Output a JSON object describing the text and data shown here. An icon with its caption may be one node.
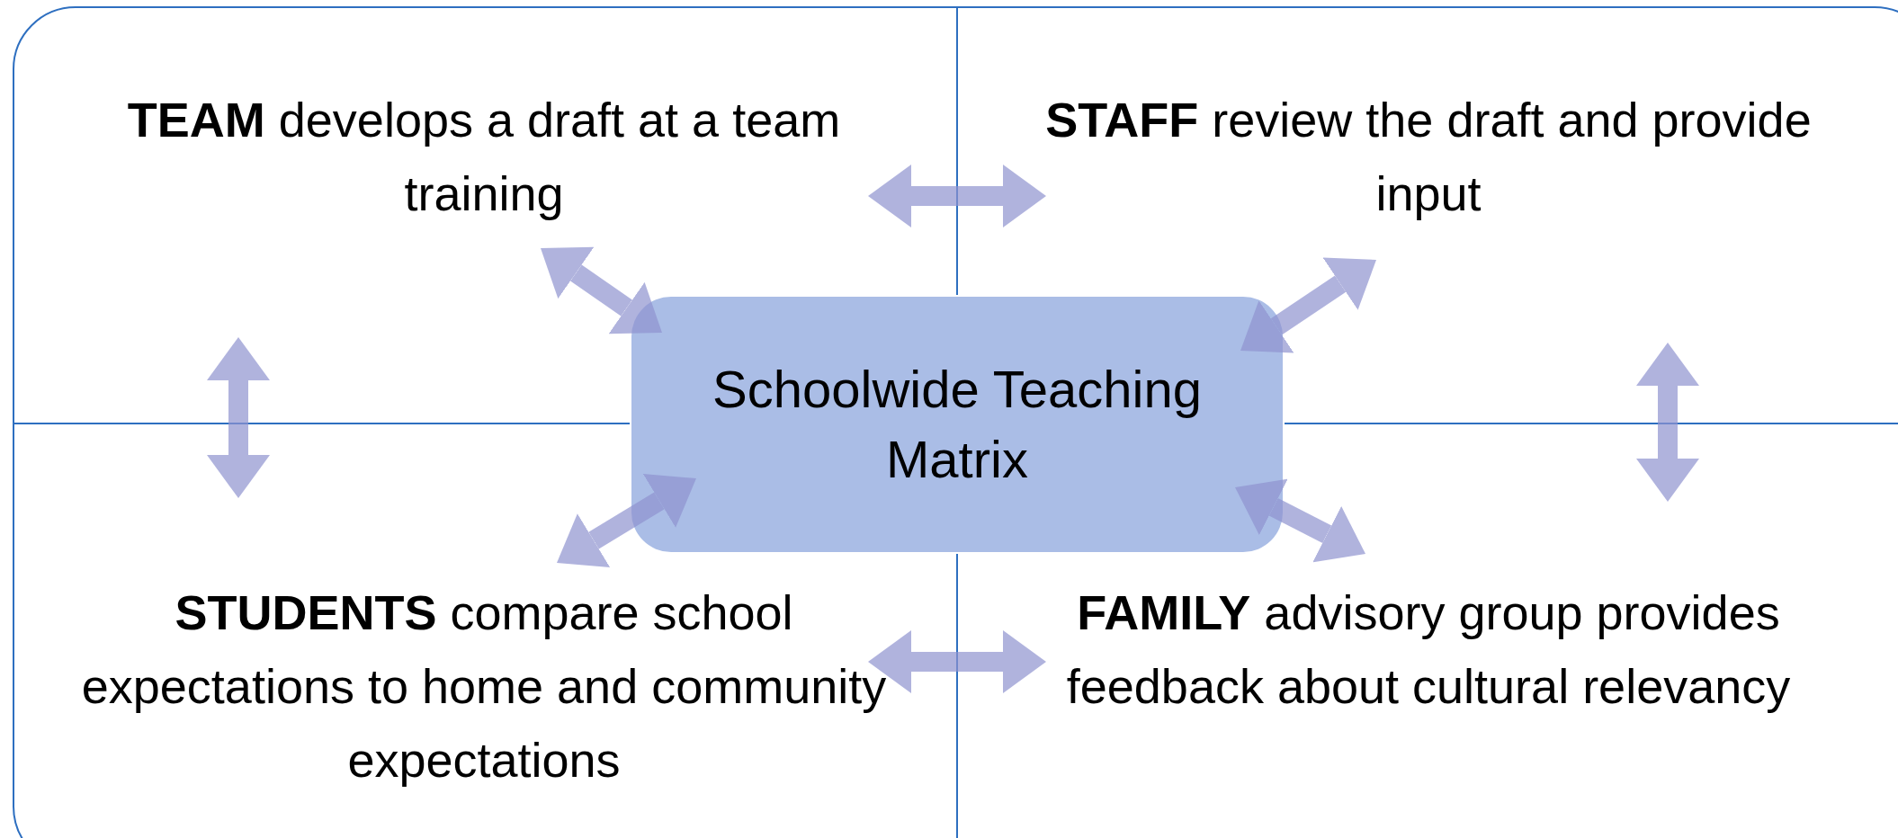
{
  "diagram": {
    "nodes": [
      {
        "text": [
          "Schoolwide Teaching Matrix"
        ]
      },
      {
        "text": [
          "**TEAM** develops a draft at a team training"
        ]
      },
      {
        "text": [
          "**STAFF** review the draft and provide input"
        ]
      },
      {
        "text": [
          "**STUDENTS** compare school expectations to home and community expectations"
        ]
      },
      {
        "text": [
          "**FAMILY** advisory group provides feedback about cultural relevancy"
        ]
      }
    ],
    "edges": [
      {
        "from": 1,
        "to": 2,
        "arrow": "both"
      },
      {
        "from": 3,
        "to": 4,
        "arrow": "both"
      },
      {
        "from": 1,
        "to": 3,
        "arrow": "both"
      },
      {
        "from": 2,
        "to": 4,
        "arrow": "both"
      },
      {
        "from": 0,
        "to": 1,
        "arrow": "both"
      },
      {
        "from": 0,
        "to": 2,
        "arrow": "both"
      },
      {
        "from": 0,
        "to": 3,
        "arrow": "both"
      },
      {
        "from": 0,
        "to": 4,
        "arrow": "both"
      }
    ]
  }
}
